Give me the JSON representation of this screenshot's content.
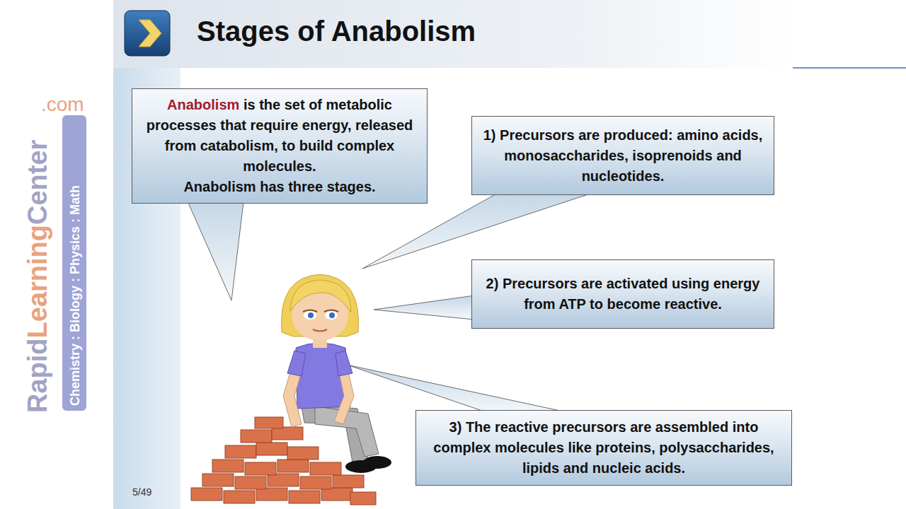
{
  "diagram": {
    "title": "Stages of Anabolism",
    "nodes": [
      {
        "text": [
          "Anabolism",
          "is the set of metabolic processes that require energy, released from catabolism, to build complex molecules.",
          "Anabolism has three stages."
        ]
      },
      {
        "text": [
          "1) Precursors are produced: amino acids, monosaccharides, isoprenoids and nucleotides."
        ]
      },
      {
        "text": [
          "2) Precursors are activated using energy from ATP to become reactive."
        ]
      },
      {
        "text": [
          "3) The reactive precursors are assembled into complex molecules like proteins, polysaccharides, lipids and nucleic acids."
        ]
      }
    ],
    "labels": [
      "Rapid",
      "Learning",
      "Center",
      ".com",
      "Chemistry : Biology : Physics : Math",
      "5/49"
    ]
  }
}
